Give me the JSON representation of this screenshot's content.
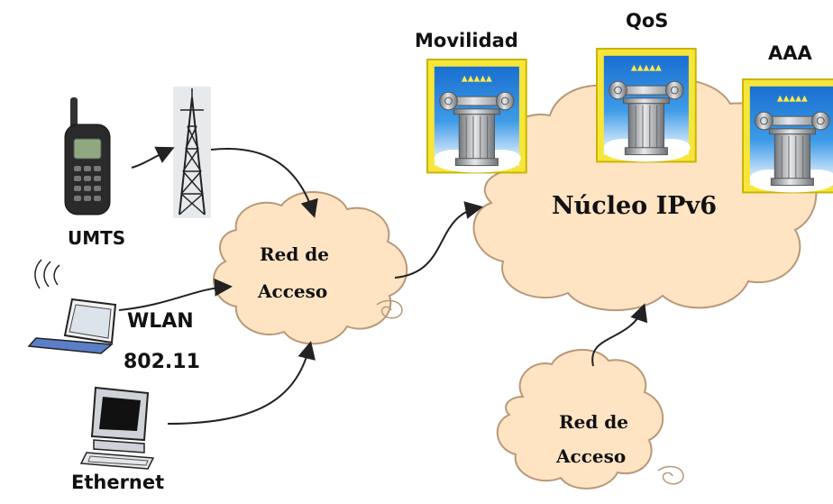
{
  "core": {
    "label": "Núcleo IPv6"
  },
  "access_left": {
    "line1": "Red de",
    "line2": "Acceso"
  },
  "access_bottom": {
    "line1": "Red de",
    "line2": "Acceso"
  },
  "services": [
    {
      "label": "Movilidad"
    },
    {
      "label": "QoS"
    },
    {
      "label": "AAA"
    }
  ],
  "devices": {
    "umts": "UMTS",
    "wlan_line1": "WLAN",
    "wlan_line2": "802.11",
    "ethernet": "Ethernet"
  },
  "colors": {
    "cloud_fill": "#ffe4c4",
    "cloud_stroke": "#b89878",
    "frame": "#f5e63a",
    "frame_border": "#d8c400",
    "sky": "#2a8ce0",
    "arrow": "#222222"
  }
}
